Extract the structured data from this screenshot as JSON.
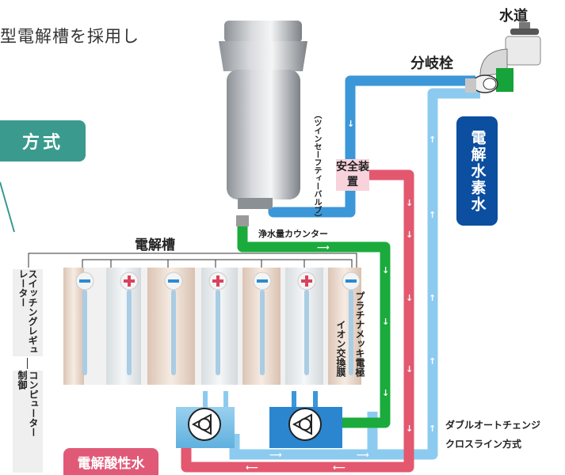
{
  "intro_text": "型電解槽を採用し",
  "method_badge": "方式",
  "labels": {
    "tap": "水道",
    "branch_valve": "分岐栓",
    "hydrogen_water": "電解水素水",
    "safety_device": "安全装置",
    "twin_safety_valve": "（ツインセーフティーバルブ）",
    "flow_counter": "浄水量カウンター",
    "electrolysis_tank": "電解槽",
    "switching_regulator": "スイッチングレギュレーター",
    "computer_control_a": "制御",
    "computer_control_b": "コンピューター",
    "platinum_electrode": "プラチナメッキ電極",
    "ion_membrane": "イオン交換膜",
    "double_auto_change": "ダブルオートチェンジ",
    "cross_line": "クロスライン方式",
    "acidic_water": "電解酸性水"
  },
  "electrodes": [
    "minus",
    "plus",
    "minus",
    "plus",
    "minus",
    "plus",
    "minus"
  ],
  "colors": {
    "hydrogen_pipe": "#3b97d8",
    "hydrogen_pipe_light": "#8ccbef",
    "acidic_pipe": "#e3586f",
    "purified_pipe": "#1aab3c",
    "teal_badge": "#3a9a8e",
    "navy_badge": "#0c4ea0"
  }
}
